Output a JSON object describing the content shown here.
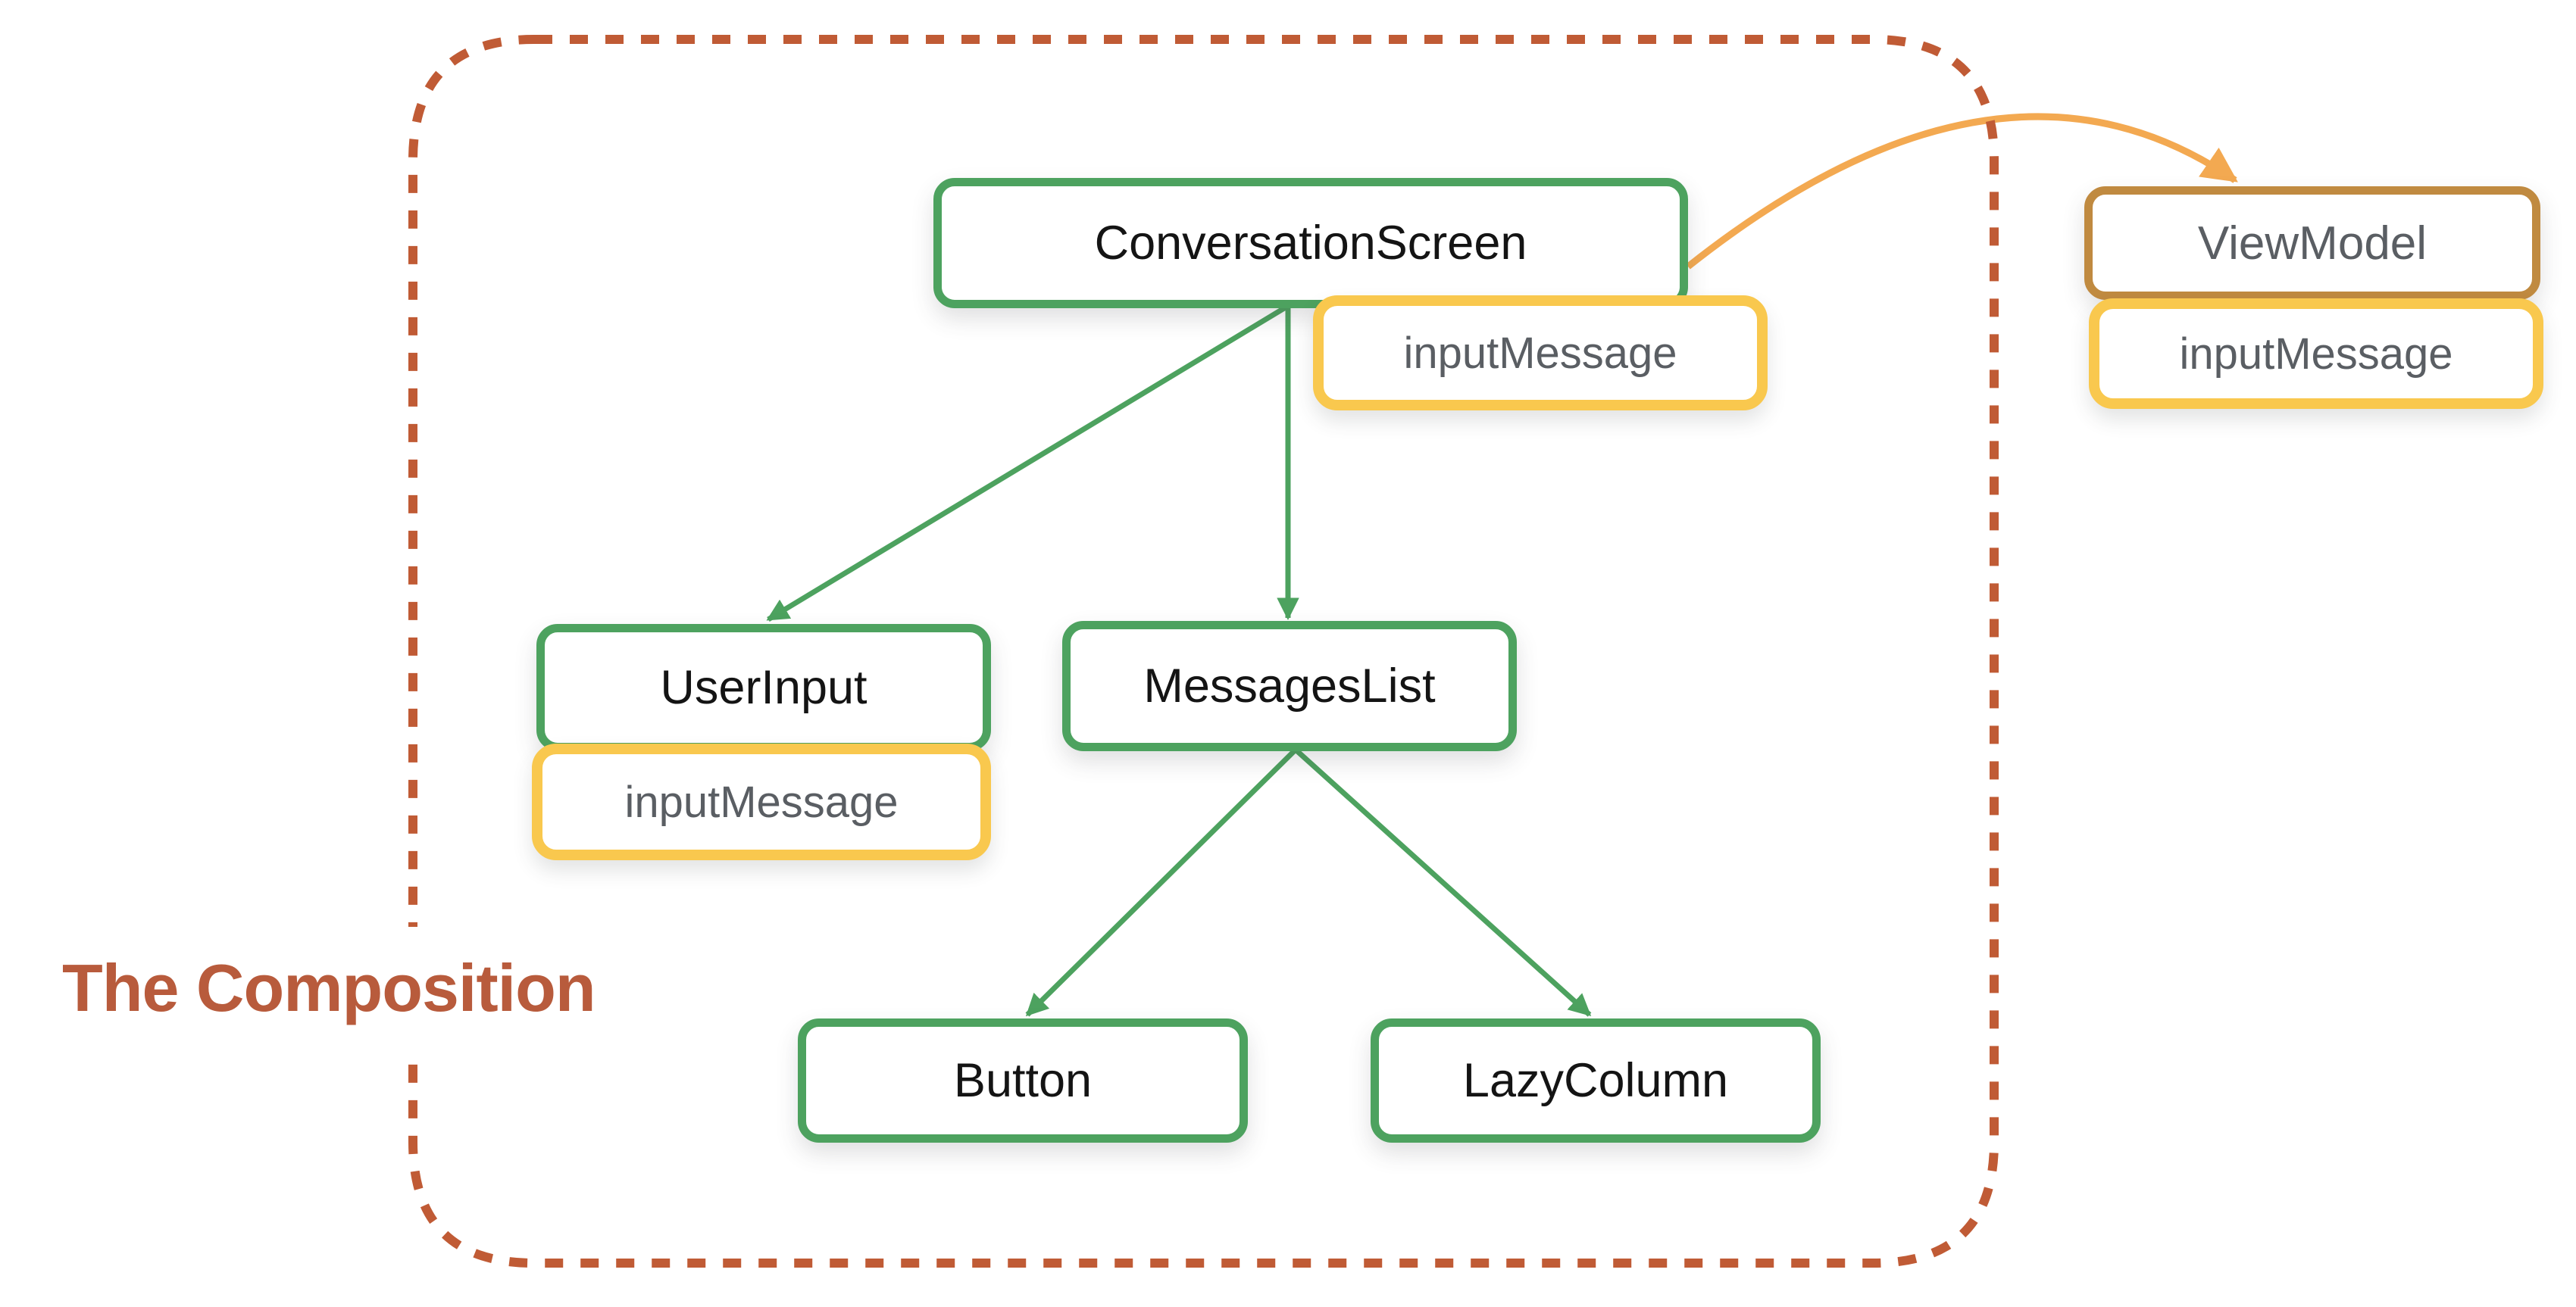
{
  "diagram": {
    "title": "The Composition",
    "nodes": {
      "conversation_screen": {
        "label": "ConversationScreen",
        "state_badge": "inputMessage"
      },
      "user_input": {
        "label": "UserInput",
        "state_badge": "inputMessage"
      },
      "messages_list": {
        "label": "MessagesList"
      },
      "button": {
        "label": "Button"
      },
      "lazy_column": {
        "label": "LazyColumn"
      },
      "view_model": {
        "label": "ViewModel",
        "state_badge": "inputMessage"
      }
    },
    "edges": [
      {
        "from": "ConversationScreen",
        "to": "UserInput",
        "type": "composition"
      },
      {
        "from": "ConversationScreen",
        "to": "MessagesList",
        "type": "composition"
      },
      {
        "from": "MessagesList",
        "to": "Button",
        "type": "composition"
      },
      {
        "from": "MessagesList",
        "to": "LazyColumn",
        "type": "composition"
      },
      {
        "from": "ConversationScreen",
        "to": "ViewModel",
        "type": "state-read"
      }
    ],
    "colors": {
      "background": "#FFFFFF",
      "node_green": "#4DA25F",
      "badge_yellow": "#F9C84E",
      "viewmodel_brown": "#C08A40",
      "arrow_orange": "#F3A951",
      "boundary_terracotta": "#C05B35",
      "title_terracotta": "#B85B3C",
      "label_dark": "#141414",
      "label_gray": "#5A5E63"
    }
  }
}
